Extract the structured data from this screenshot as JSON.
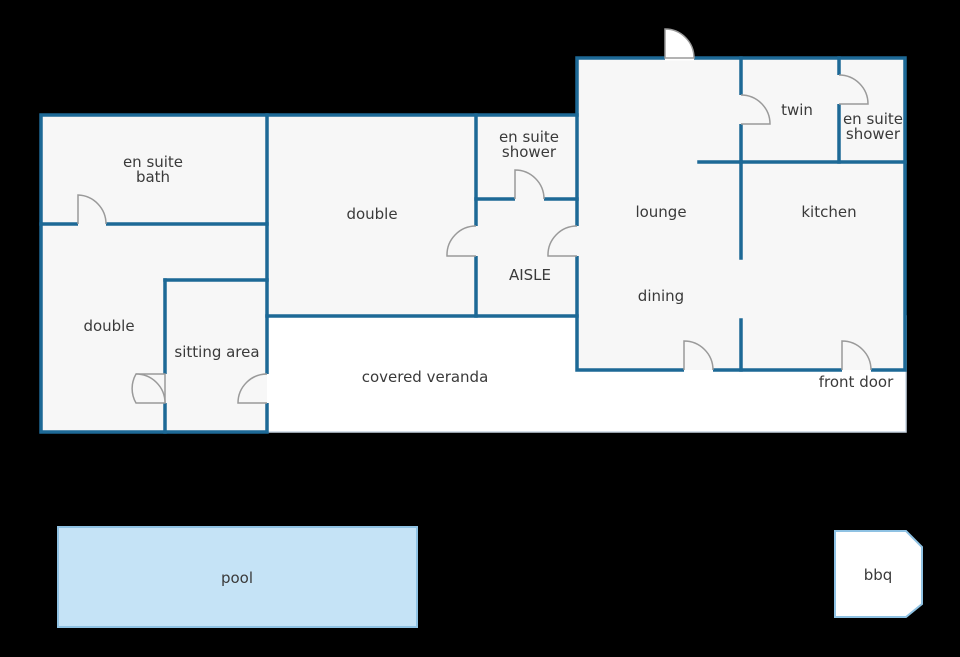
{
  "colors": {
    "background": "#000000",
    "wall": "#1d6996",
    "floor": "#f7f7f7",
    "veranda": "#ffffff",
    "pool_fill": "#c5e3f6",
    "pool_stroke": "#8fc2e3",
    "door": "#9a9a9a",
    "label": "#3a3a3a"
  },
  "rooms": {
    "en_suite_bath": [
      "en suite",
      "bath"
    ],
    "double_left": "double",
    "sitting_area": "sitting area",
    "double_center": "double",
    "en_suite_shower_center": [
      "en suite",
      "shower"
    ],
    "aisle": "AISLE",
    "lounge": "lounge",
    "dining": "dining",
    "twin": "twin",
    "en_suite_shower_right": [
      "en suite",
      "shower"
    ],
    "kitchen": "kitchen",
    "covered_veranda": "covered veranda",
    "front_door": "front door",
    "pool": "pool",
    "bbq": "bbq"
  },
  "icons": [
    "door-swing-icon"
  ]
}
